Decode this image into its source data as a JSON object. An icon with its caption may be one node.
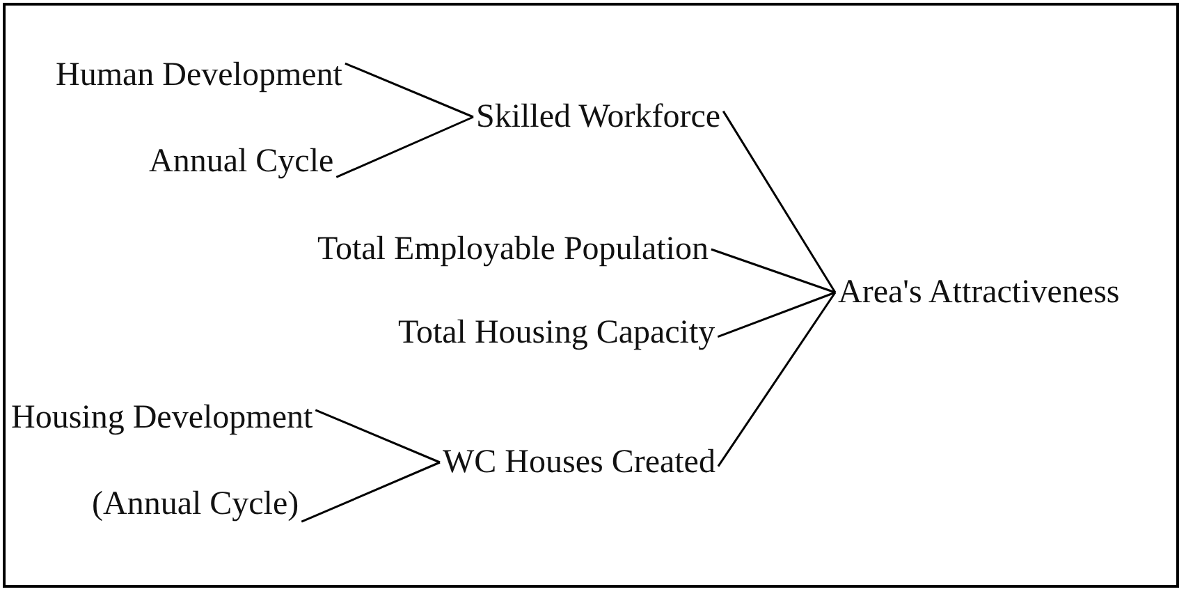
{
  "diagram": {
    "nodes": [
      {
        "text": [
          "Human Development"
        ]
      },
      {
        "text": [
          "Annual Cycle"
        ]
      },
      {
        "text": [
          "Skilled Workforce"
        ]
      },
      {
        "text": [
          "Total Employable Population"
        ]
      },
      {
        "text": [
          "Total Housing Capacity"
        ]
      },
      {
        "text": [
          "Area's Attractiveness"
        ]
      },
      {
        "text": [
          "Housing Development"
        ]
      },
      {
        "text": [
          "(Annual Cycle)"
        ]
      },
      {
        "text": [
          "WC Houses Created"
        ]
      }
    ],
    "edges": [
      {
        "from": 0,
        "to": 2,
        "arrow": "none"
      },
      {
        "from": 1,
        "to": 2,
        "arrow": "none"
      },
      {
        "from": 2,
        "to": 5,
        "arrow": "none"
      },
      {
        "from": 3,
        "to": 5,
        "arrow": "none"
      },
      {
        "from": 4,
        "to": 5,
        "arrow": "none"
      },
      {
        "from": 6,
        "to": 8,
        "arrow": "none"
      },
      {
        "from": 7,
        "to": 8,
        "arrow": "none"
      },
      {
        "from": 8,
        "to": 5,
        "arrow": "none"
      }
    ]
  }
}
